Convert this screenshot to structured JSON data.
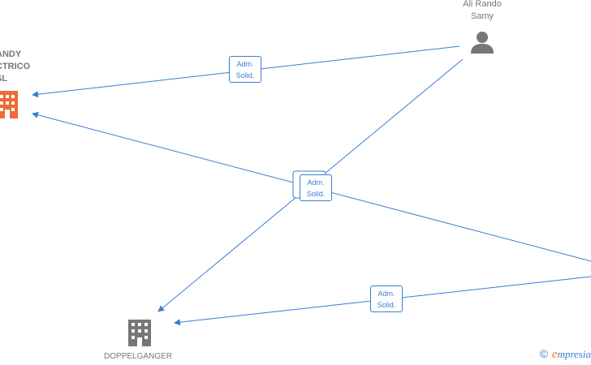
{
  "nodes": {
    "company_left": {
      "type": "company",
      "color": "#f06a35",
      "label_lines": [
        "ANDY",
        "CTRICO",
        "SL"
      ]
    },
    "person_top": {
      "type": "person",
      "color": "#777777",
      "label_lines": [
        "Ali Rando",
        "Samy"
      ]
    },
    "company_bottom": {
      "type": "company",
      "color": "#777777",
      "label_lines": [
        "DOPPELGANGER"
      ]
    }
  },
  "edges": [
    {
      "from": "person_top",
      "to": "company_left",
      "label_lines": [
        "Adm.",
        "Solid."
      ]
    },
    {
      "from": "person_top",
      "to": "company_bottom",
      "label_lines": [
        "Adm.",
        "Solid."
      ]
    },
    {
      "from": "offscreen_right",
      "to": "company_left",
      "label_lines": [
        "Adm.",
        "Solid."
      ]
    },
    {
      "from": "offscreen_right",
      "to": "company_bottom",
      "label_lines": [
        "Adm.",
        "Solid."
      ]
    }
  ],
  "colors": {
    "edge": "#3a7dd1",
    "node_text": "#777777"
  },
  "brand": {
    "copyright_symbol": "©",
    "name_initial": "e",
    "name_rest": "mpresia"
  }
}
